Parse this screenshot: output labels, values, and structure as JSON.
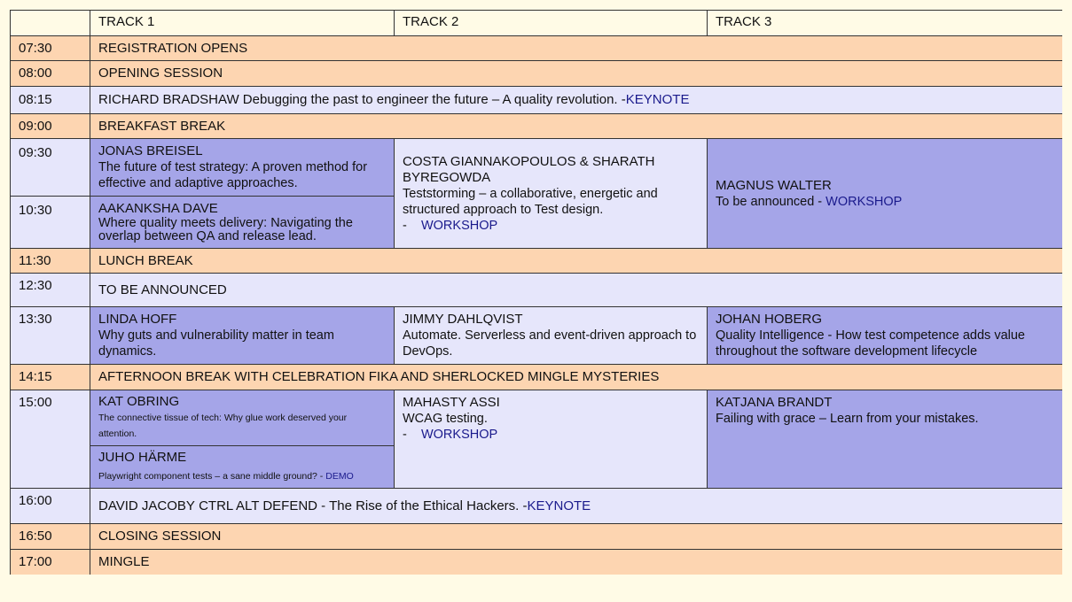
{
  "header": {
    "track1": "TRACK 1",
    "track2": "TRACK 2",
    "track3": "TRACK 3"
  },
  "rows": {
    "t0730": "07:30",
    "registration": "REGISTRATION OPENS",
    "t0800": "08:00",
    "opening": "OPENING SESSION",
    "t0815": "08:15",
    "keynote1_speaker": "RICHARD BRADSHAW",
    "keynote1_title": "Debugging the past to engineer the future – A quality revolution. - ",
    "keynote1_tag": "KEYNOTE",
    "t0900": "09:00",
    "breakfast": "BREAKFAST BREAK",
    "t0930": "09:30",
    "t1030": "10:30",
    "s0930_t1_speaker": "JONAS BREISEL",
    "s0930_t1_title": "The future of test strategy: A proven method for effective and adaptive approaches.",
    "s1030_t1_speaker": "AAKANKSHA DAVE",
    "s1030_t1_title": "Where quality meets delivery: Navigating the overlap between QA and release lead.",
    "s0930_t2_speaker": "COSTA GIANNAKOPOULOS & SHARATH BYREGOWDA",
    "s0930_t2_title": "Teststorming – a collaborative, energetic and structured approach to Test design.",
    "s0930_t2_prefix": "-",
    "s0930_t2_tag": "WORKSHOP",
    "s0930_t3_speaker": "MAGNUS WALTER",
    "s0930_t3_title": "To be announced - ",
    "s0930_t3_tag": "WORKSHOP",
    "t1130": "11:30",
    "lunch": "LUNCH BREAK",
    "t1230": "12:30",
    "tba": "TO BE ANNOUNCED",
    "t1330": "13:30",
    "s1330_t1_speaker": "LINDA HOFF",
    "s1330_t1_title": "Why guts and vulnerability matter in team dynamics.",
    "s1330_t2_speaker": "JIMMY DAHLQVIST",
    "s1330_t2_title": "Automate. Serverless and event-driven approach to DevOps.",
    "s1330_t3_speaker": "JOHAN HOBERG",
    "s1330_t3_title": "Quality Intelligence - How test competence adds value throughout the software development lifecycle",
    "t1415": "14:15",
    "afternoon": "AFTERNOON BREAK WITH CELEBRATION FIKA AND SHERLOCKED MINGLE MYSTERIES",
    "t1500": "15:00",
    "s1500_t1a_speaker": "KAT OBRING",
    "s1500_t1a_title": "The connective tissue of tech: Why glue work deserved your attention.",
    "s1500_t1b_speaker": "JUHO HÄRME",
    "s1500_t1b_title": "Playwright component tests – a sane middle ground?  - ",
    "s1500_t1b_tag": "DEMO",
    "s1500_t2_speaker": "MAHASTY ASSI",
    "s1500_t2_title": "WCAG testing.",
    "s1500_t2_prefix": "-",
    "s1500_t2_tag": "WORKSHOP",
    "s1500_t3_speaker": "KATJANA BRANDT",
    "s1500_t3_title": "Failing with grace – Learn from your mistakes.",
    "t1600": "16:00",
    "keynote2_speaker": "DAVID JACOBY",
    "keynote2_title": "CTRL ALT DEFEND - The Rise of the Ethical Hackers. - ",
    "keynote2_tag": "KEYNOTE",
    "t1650": "16:50",
    "closing": "CLOSING SESSION",
    "t1700": "17:00",
    "mingle": "MINGLE"
  },
  "colors": {
    "background": "#fffbe6",
    "break_row": "#fdd5b1",
    "light_session": "#e6e6fb",
    "dark_session": "#a5a5e8",
    "tag": "#1a1a8c"
  }
}
